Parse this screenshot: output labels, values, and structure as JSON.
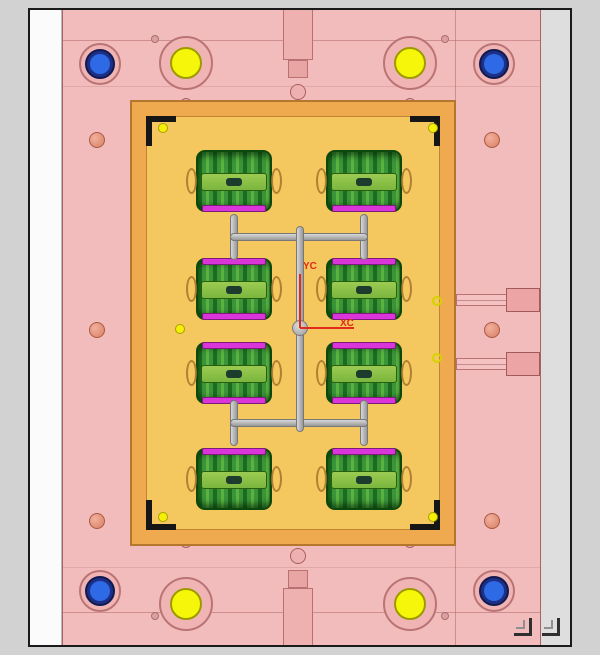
{
  "viewport": {
    "kind": "cad-model-view",
    "subject": "injection mold assembly, top view"
  },
  "axis_indicator": {
    "y_label": "YC",
    "x_label": "XC",
    "color": "#e02a1a"
  },
  "colors": {
    "background": "#d2d2d2",
    "frame": "#1a1a1a",
    "side_panel": "#fbfbfb",
    "base_plate": "#f3bcbc",
    "plate_line": "#b06a6a",
    "cavity_plate": "#efa94f",
    "cavity_inner": "#f5c75f",
    "part_green_dark": "#1d6b1d",
    "part_green_light": "#5cb23e",
    "part_band": "#9ccb52",
    "magenta_ring": "#d935d9",
    "runner_gray": "#b8b8b8",
    "guide_blue": "#2f6ae6",
    "guide_blue_ring": "#1d2f86",
    "screw_yellow": "#f6f60a",
    "pin_salmon": "#e6937f",
    "ejector_yellow": "#f4f008",
    "corner_bracket": "#161616"
  }
}
